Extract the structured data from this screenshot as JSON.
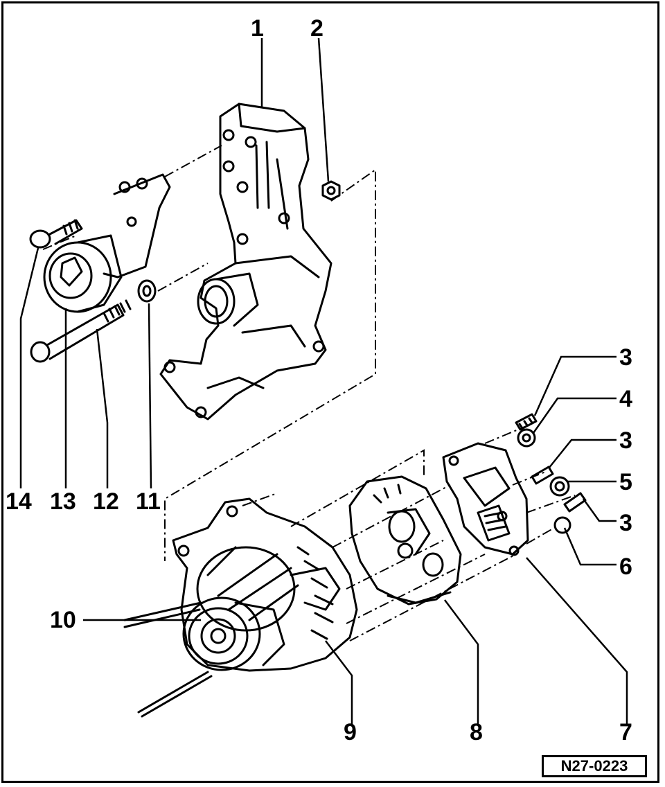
{
  "callouts": {
    "c1": "1",
    "c2": "2",
    "c3a": "3",
    "c3b": "3",
    "c3c": "3",
    "c4": "4",
    "c5": "5",
    "c6": "6",
    "c7": "7",
    "c8": "8",
    "c9": "9",
    "c10": "10",
    "c11": "11",
    "c12": "12",
    "c13": "13",
    "c14": "14"
  },
  "reference": "N27-0223"
}
